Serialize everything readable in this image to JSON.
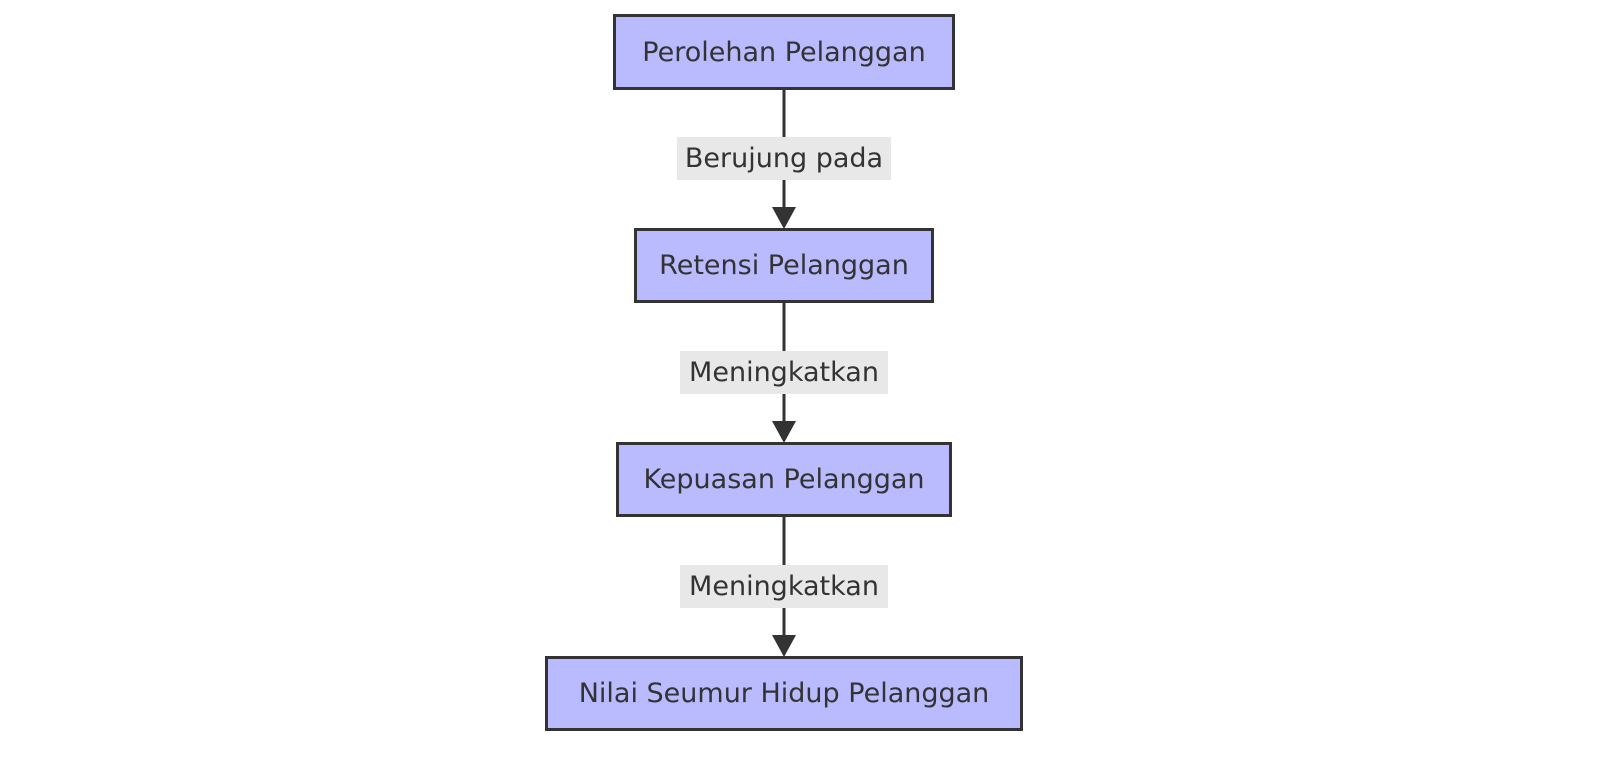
{
  "diagram": {
    "type": "flowchart",
    "direction": "top-down",
    "colors": {
      "node_fill": "#babaff",
      "node_stroke": "#333333",
      "edge": "#333333",
      "edge_label_bg": "#e8e8e8",
      "text": "#333333"
    },
    "nodes": [
      {
        "id": "A",
        "label": "Perolehan Pelanggan"
      },
      {
        "id": "B",
        "label": "Retensi Pelanggan"
      },
      {
        "id": "C",
        "label": "Kepuasan Pelanggan"
      },
      {
        "id": "D",
        "label": "Nilai Seumur Hidup Pelanggan"
      }
    ],
    "edges": [
      {
        "from": "A",
        "to": "B",
        "label": "Berujung pada"
      },
      {
        "from": "B",
        "to": "C",
        "label": "Meningkatkan"
      },
      {
        "from": "C",
        "to": "D",
        "label": "Meningkatkan"
      }
    ]
  }
}
